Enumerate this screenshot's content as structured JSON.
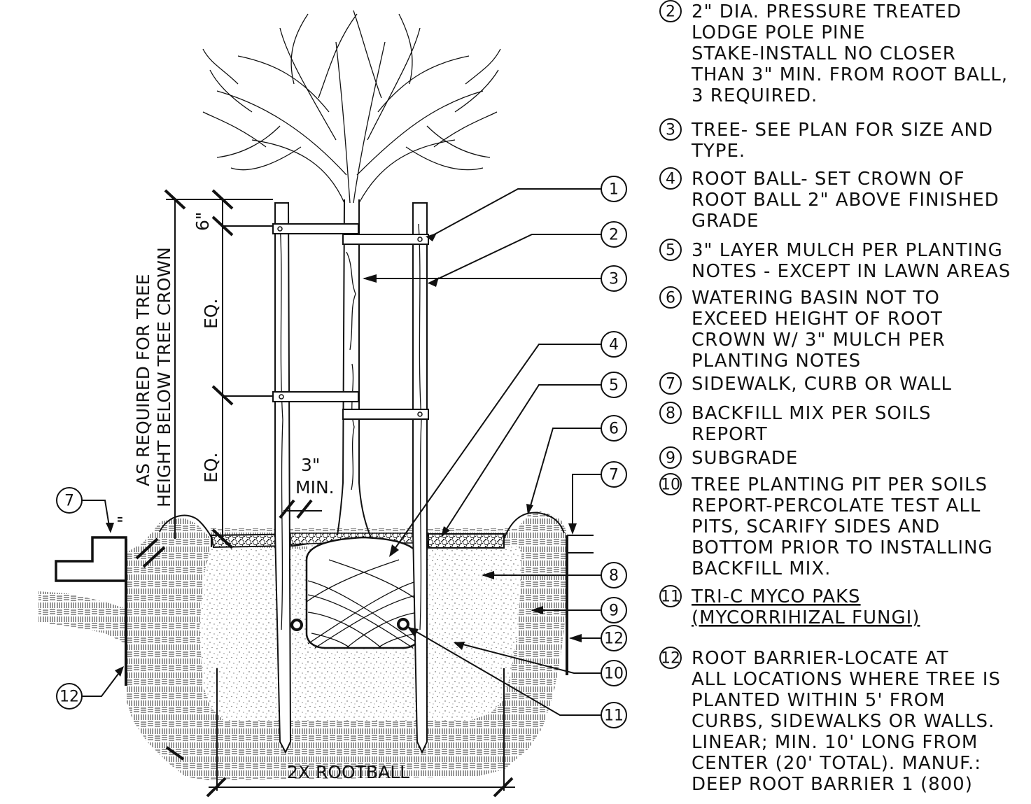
{
  "dimensions": {
    "overall_height": "AS REQUIRED FOR TREE",
    "overall_height_line2": "HEIGHT BELOW TREE CROWN",
    "top_offset": "6\"",
    "upper_spacing": "EQ.",
    "lower_spacing": "EQ.",
    "stake_clearance_line1": "3\"",
    "stake_clearance_line2": "MIN.",
    "pit_width": "2X ROOTBALL",
    "curb_mark": "\""
  },
  "callouts": [
    "1",
    "2",
    "3",
    "4",
    "5",
    "6",
    "7",
    "8",
    "9",
    "10",
    "11",
    "12"
  ],
  "curb_callouts": {
    "left_top": "7",
    "left_bottom": "12"
  },
  "notes": [
    {
      "num": "2",
      "lines": [
        "2\" DIA. PRESSURE TREATED",
        "LODGE POLE PINE",
        "STAKE-INSTALL NO CLOSER",
        "THAN 3\" MIN. FROM ROOT BALL,",
        "3 REQUIRED."
      ],
      "underline": false
    },
    {
      "num": "3",
      "lines": [
        "TREE- SEE PLAN FOR SIZE AND",
        "TYPE."
      ],
      "underline": false
    },
    {
      "num": "4",
      "lines": [
        "ROOT BALL- SET CROWN OF",
        "ROOT BALL 2\" ABOVE FINISHED",
        "GRADE"
      ],
      "underline": false
    },
    {
      "num": "5",
      "lines": [
        "3\" LAYER MULCH PER PLANTING",
        "NOTES - EXCEPT IN LAWN AREAS"
      ],
      "underline": false
    },
    {
      "num": "6",
      "lines": [
        "WATERING BASIN NOT TO",
        "EXCEED HEIGHT OF ROOT",
        "CROWN W/ 3\" MULCH PER",
        "PLANTING NOTES"
      ],
      "underline": false
    },
    {
      "num": "7",
      "lines": [
        "SIDEWALK, CURB OR WALL"
      ],
      "underline": false
    },
    {
      "num": "8",
      "lines": [
        "BACKFILL MIX PER SOILS",
        "REPORT"
      ],
      "underline": false
    },
    {
      "num": "9",
      "lines": [
        "SUBGRADE"
      ],
      "underline": false
    },
    {
      "num": "10",
      "lines": [
        "TREE PLANTING PIT PER SOILS",
        "REPORT-PERCOLATE TEST ALL",
        "PITS, SCARIFY SIDES AND",
        "BOTTOM PRIOR TO INSTALLING",
        "BACKFILL MIX."
      ],
      "underline": false
    },
    {
      "num": "11",
      "lines": [
        "TRI-C MYCO PAKS",
        "(MYCORRIHIZAL FUNGI)"
      ],
      "underline": true
    },
    {
      "num": "12",
      "lines": [
        "ROOT BARRIER-LOCATE AT",
        "ALL LOCATIONS WHERE TREE IS",
        "PLANTED WITHIN 5' FROM",
        "CURBS, SIDEWALKS OR WALLS.",
        "LINEAR; MIN. 10' LONG FROM",
        "CENTER (20' TOTAL). MANUF.:",
        "DEEP ROOT BARRIER 1 (800)"
      ],
      "underline": false
    }
  ]
}
